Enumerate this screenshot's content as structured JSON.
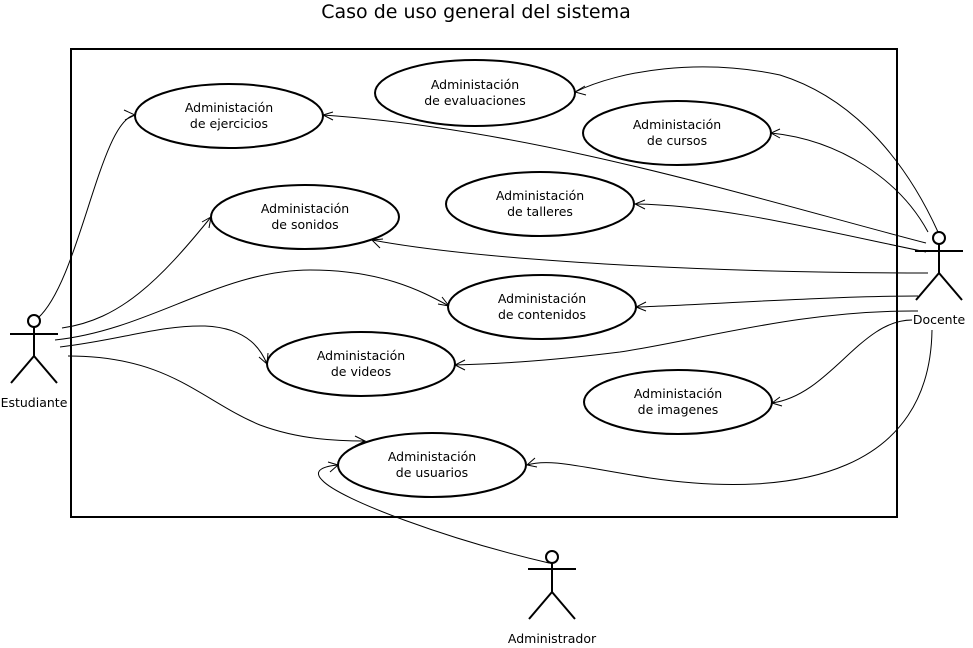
{
  "diagram": {
    "title": "Caso de uso general del sistema",
    "actors": [
      {
        "id": "estudiante",
        "name": "Estudiante"
      },
      {
        "id": "docente",
        "name": "Docente"
      },
      {
        "id": "administrador",
        "name": "Administrador"
      }
    ],
    "use_cases": [
      {
        "id": "evaluaciones",
        "line1": "Administación",
        "line2": "de evaluaciones"
      },
      {
        "id": "ejercicios",
        "line1": "Administación",
        "line2": "de ejercicios"
      },
      {
        "id": "cursos",
        "line1": "Administación",
        "line2": "de cursos"
      },
      {
        "id": "sonidos",
        "line1": "Administación",
        "line2": "de sonidos"
      },
      {
        "id": "talleres",
        "line1": "Administación",
        "line2": "de talleres"
      },
      {
        "id": "contenidos",
        "line1": "Administación",
        "line2": "de contenidos"
      },
      {
        "id": "videos",
        "line1": "Administación",
        "line2": "de videos"
      },
      {
        "id": "imagenes",
        "line1": "Administación",
        "line2": "de imagenes"
      },
      {
        "id": "usuarios",
        "line1": "Administación",
        "line2": "de usuarios"
      }
    ],
    "associations": [
      {
        "from": "estudiante",
        "to": "ejercicios"
      },
      {
        "from": "estudiante",
        "to": "sonidos"
      },
      {
        "from": "estudiante",
        "to": "contenidos"
      },
      {
        "from": "estudiante",
        "to": "videos"
      },
      {
        "from": "estudiante",
        "to": "usuarios"
      },
      {
        "from": "docente",
        "to": "evaluaciones"
      },
      {
        "from": "docente",
        "to": "ejercicios"
      },
      {
        "from": "docente",
        "to": "cursos"
      },
      {
        "from": "docente",
        "to": "talleres"
      },
      {
        "from": "docente",
        "to": "sonidos"
      },
      {
        "from": "docente",
        "to": "contenidos"
      },
      {
        "from": "docente",
        "to": "videos"
      },
      {
        "from": "docente",
        "to": "imagenes"
      },
      {
        "from": "docente",
        "to": "usuarios"
      },
      {
        "from": "administrador",
        "to": "usuarios"
      }
    ]
  }
}
